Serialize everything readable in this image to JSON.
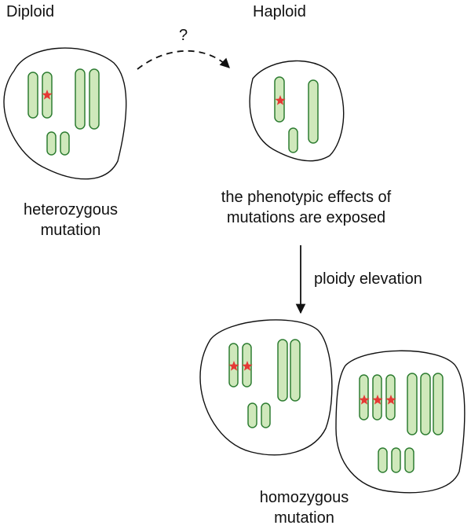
{
  "labels": {
    "diploid": "Diploid",
    "haploid": "Haploid",
    "question": "?",
    "heterozygous_line1": "heterozygous",
    "heterozygous_line2": "mutation",
    "exposed_line1": "the phenotypic effects of",
    "exposed_line2": "mutations are exposed",
    "ploidy": "ploidy elevation",
    "homozygous_line1": "homozygous",
    "homozygous_line2": "mutation"
  },
  "colors": {
    "chromosome_fill": "#cfe8bb",
    "chromosome_stroke": "#2e7d32",
    "mutation_star": "#e53935",
    "outline": "#111111"
  },
  "cells": [
    {
      "id": "diploid",
      "chromosome_count": 6,
      "mutated_chromosomes": 1
    },
    {
      "id": "haploid",
      "chromosome_count": 3,
      "mutated_chromosomes": 1
    },
    {
      "id": "diploid-homozygous",
      "chromosome_count": 6,
      "mutated_chromosomes": 2
    },
    {
      "id": "triploid-homozygous",
      "chromosome_count": 9,
      "mutated_chromosomes": 3
    }
  ]
}
